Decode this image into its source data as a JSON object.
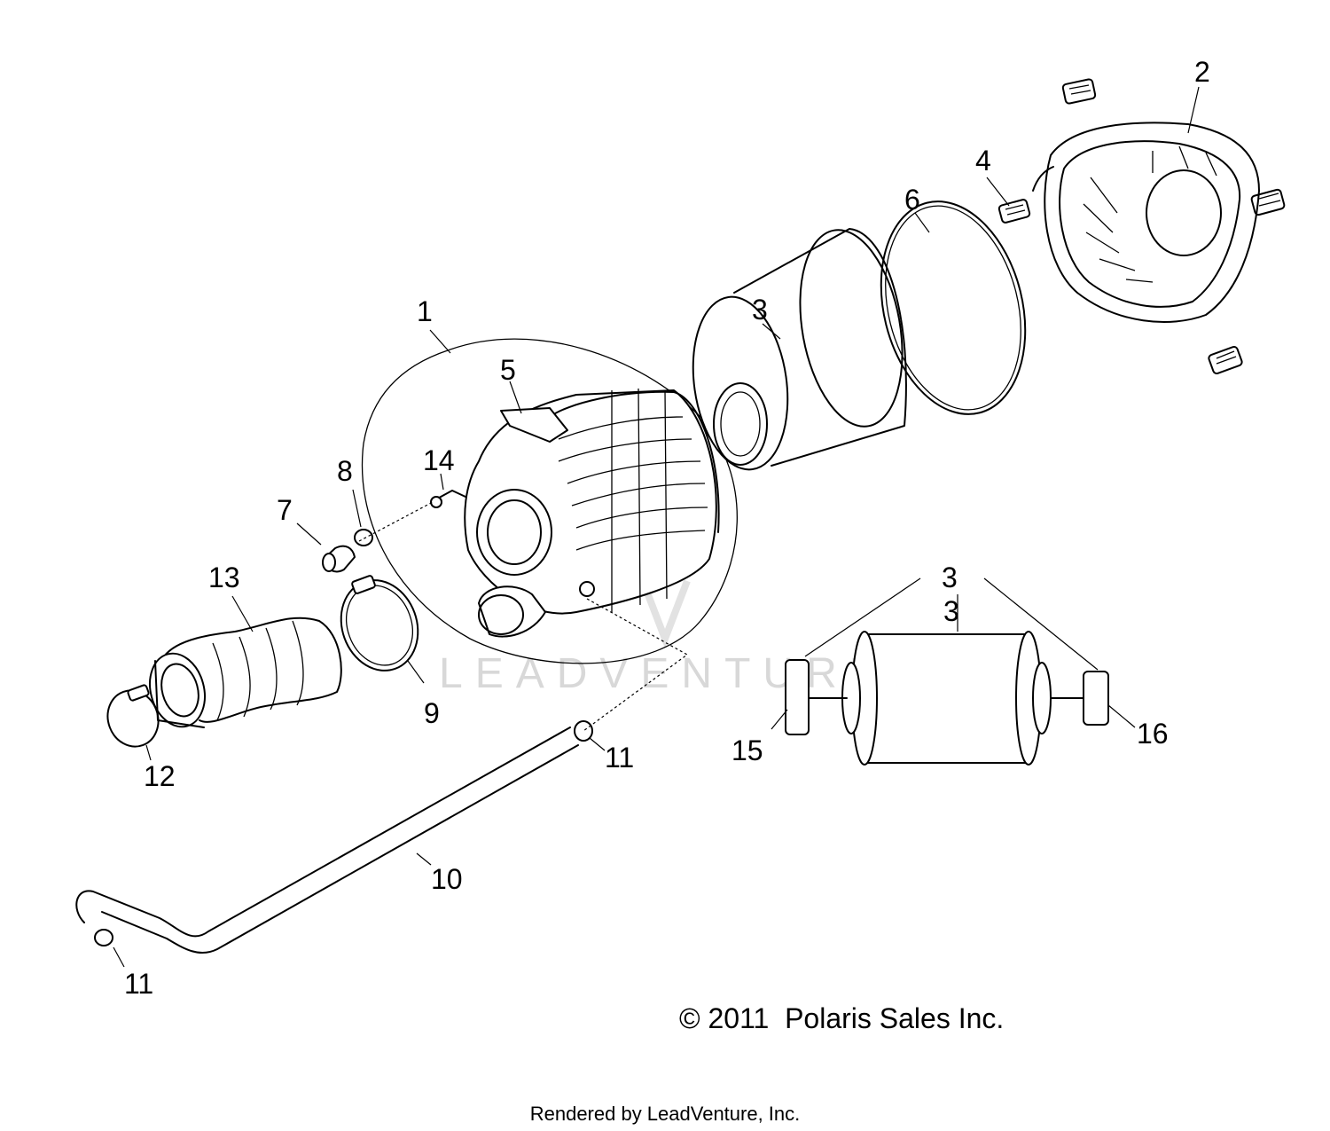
{
  "callouts": {
    "c1": "1",
    "c2": "2",
    "c3a": "3",
    "c3b": "3",
    "c3c": "3",
    "c4": "4",
    "c5": "5",
    "c6": "6",
    "c7": "7",
    "c8": "8",
    "c9": "9",
    "c10": "10",
    "c11a": "11",
    "c11b": "11",
    "c12": "12",
    "c13": "13",
    "c14": "14",
    "c15": "15",
    "c16": "16"
  },
  "watermark": "LEADVENTURE",
  "copyright": "© 2011  Polaris Sales Inc.",
  "rendered_by": "Rendered by LeadVenture, Inc."
}
